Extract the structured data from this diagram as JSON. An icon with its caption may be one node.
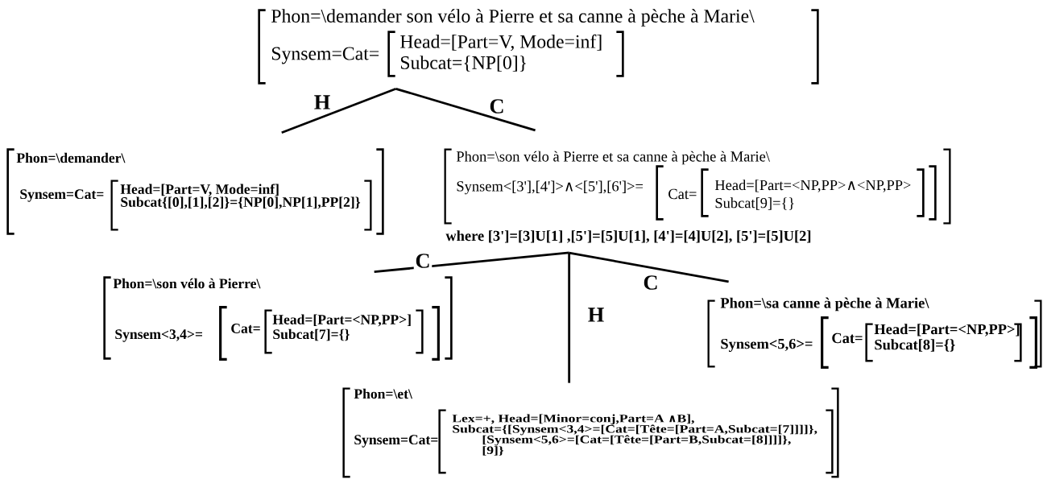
{
  "diagram": {
    "nodes": [
      {
        "text": [
          "Phon=\\demander son vélo à Pierre et sa canne à pèche à Marie\\",
          "Synsem=Cat="
        ]
      },
      {
        "text": [
          "Head=[Part=V, Mode=inf]",
          "Subcat={NP[0]}"
        ],
        "in": 0
      },
      {
        "text": [
          "Phon=\\demander\\",
          "Synsem=Cat="
        ]
      },
      {
        "text": [
          "Head=[Part=V, Mode=inf]",
          "Subcat{[0],[1],[2]}={NP[0],NP[1],PP[2]}"
        ],
        "in": 2
      },
      {
        "text": [
          "Phon=\\son vélo à Pierre et sa canne à pèche à Marie\\",
          "Synsem<[3'],[4']>∧<[5'],[6']>="
        ],
        "beside": [
          "where [3']=[3]U[1] ,[5']=[5]U[1], [4']=[4]U[2], [5']=[5]U[2]"
        ]
      },
      {
        "text": [
          "Cat="
        ],
        "in": 4
      },
      {
        "text": [
          "Head=[Part=<NP,PP>∧<NP,PP>",
          "Subcat[9]={}"
        ],
        "in": 5
      },
      {
        "text": [
          "Phon=\\son vélo à Pierre\\",
          "Synsem<3,4>="
        ]
      },
      {
        "text": [
          "Cat="
        ],
        "in": 7
      },
      {
        "text": [
          "Head=[Part=<NP,PP>]",
          "Subcat[7]={}"
        ],
        "in": 8
      },
      {
        "text": [
          "Phon=\\sa canne à pèche à Marie\\",
          "Synsem<5,6>="
        ]
      },
      {
        "text": [
          "Cat="
        ],
        "in": 10
      },
      {
        "text": [
          "Head=[Part=<NP,PP>]",
          "Subcat[8]={}"
        ],
        "in": 11
      },
      {
        "text": [
          "Phon=\\et\\",
          "Synsem=Cat="
        ]
      },
      {
        "text": [
          "Lex=+, Head=[Minor=conj,Part=A ∧B],",
          "Subcat={[Synsem<3,4>=[Cat=[Tête=[Part=A,Subcat=[7]]]]},",
          "[Synsem<5,6>=[Cat=[Tête=[Part=B,Subcat=[8]]]]},",
          "[9]}"
        ],
        "in": 13
      }
    ],
    "edges": [
      {
        "from": 0,
        "to": 2,
        "arrow": "none",
        "label": "H"
      },
      {
        "from": 0,
        "to": 4,
        "arrow": "none",
        "label": "C"
      },
      {
        "from": 4,
        "to": 7,
        "arrow": "none",
        "label": "C"
      },
      {
        "from": 4,
        "to": 13,
        "arrow": "none",
        "label": "H"
      },
      {
        "from": 4,
        "to": 10,
        "arrow": "none",
        "label": "C"
      }
    ]
  }
}
